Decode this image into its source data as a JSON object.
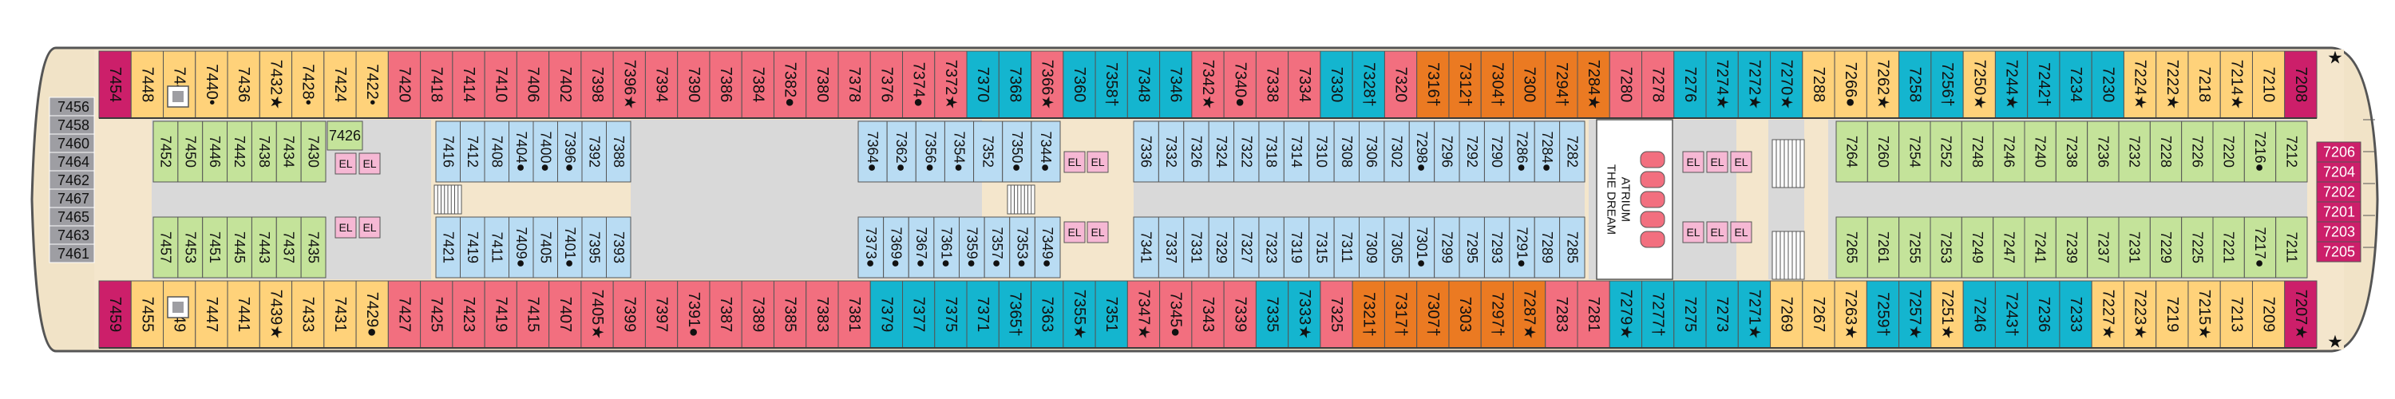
{
  "plan": {
    "colors": {
      "outline": "#555555",
      "ruleLine": "#3a3a3a",
      "bg": "#ffffff",
      "deckFloor": "#f4e6cc",
      "corridor": "#d9d9d9",
      "atriumFill": "#ffffff",
      "hull": "#f1e3c7",
      "magenta": "#cc1f6a",
      "gray": "#9e9ea3",
      "steel": "#bfcbe0",
      "yellow": "#ffd27a",
      "pink": "#f26f7f",
      "teal": "#14b5cf",
      "orange": "#eb7a22",
      "green": "#c4e39a",
      "blue": "#b9dcf3",
      "elFill": "#f6b8d4",
      "elText": "#222222",
      "text": "#111111"
    },
    "icons": {
      "star": "star-icon",
      "stairs": "stairs-icon",
      "elevator": "elevator-icon",
      "bow": "bow-icon"
    },
    "atrium": {
      "line1": "THE DREAM",
      "line2": "ATRIUM"
    },
    "elevatorLabel": "EL",
    "rows": [
      {
        "id": "top-outer",
        "kind": "vertical",
        "cabins": [
          {
            "n": "7454",
            "c": "magenta"
          },
          {
            "n": "7448",
            "c": "yellow"
          },
          {
            "n": "7444",
            "c": "yellow"
          },
          {
            "n": "7440•",
            "c": "yellow"
          },
          {
            "n": "7436",
            "c": "yellow"
          },
          {
            "n": "7432★",
            "c": "yellow"
          },
          {
            "n": "7428•",
            "c": "yellow"
          },
          {
            "n": "7424",
            "c": "yellow"
          },
          {
            "n": "7422•",
            "c": "yellow"
          },
          {
            "n": "7420",
            "c": "pink"
          },
          {
            "n": "7418",
            "c": "pink"
          },
          {
            "n": "7414",
            "c": "pink"
          },
          {
            "n": "7410",
            "c": "pink"
          },
          {
            "n": "7406",
            "c": "pink"
          },
          {
            "n": "7402",
            "c": "pink"
          },
          {
            "n": "7398",
            "c": "pink"
          },
          {
            "n": "7396★",
            "c": "pink"
          },
          {
            "n": "7394",
            "c": "pink"
          },
          {
            "n": "7390",
            "c": "pink"
          },
          {
            "n": "7386",
            "c": "pink"
          },
          {
            "n": "7384",
            "c": "pink"
          },
          {
            "n": "7382●",
            "c": "pink"
          },
          {
            "n": "7380",
            "c": "pink"
          },
          {
            "n": "7378",
            "c": "pink"
          },
          {
            "n": "7376",
            "c": "pink"
          },
          {
            "n": "7374●",
            "c": "pink"
          },
          {
            "n": "7372★",
            "c": "pink"
          },
          {
            "n": "7370",
            "c": "teal"
          },
          {
            "n": "7368",
            "c": "teal"
          },
          {
            "n": "7366★",
            "c": "pink"
          },
          {
            "n": "7360",
            "c": "teal"
          },
          {
            "n": "7358†",
            "c": "teal"
          },
          {
            "n": "7348",
            "c": "teal"
          },
          {
            "n": "7346",
            "c": "teal"
          },
          {
            "n": "7342★",
            "c": "pink"
          },
          {
            "n": "7340●",
            "c": "pink"
          },
          {
            "n": "7338",
            "c": "pink"
          },
          {
            "n": "7334",
            "c": "pink"
          },
          {
            "n": "7330",
            "c": "teal"
          },
          {
            "n": "7328†",
            "c": "teal"
          },
          {
            "n": "7320",
            "c": "pink"
          },
          {
            "n": "7316†",
            "c": "orange"
          },
          {
            "n": "7312†",
            "c": "orange"
          },
          {
            "n": "7304†",
            "c": "orange"
          },
          {
            "n": "7300",
            "c": "orange"
          },
          {
            "n": "7294†",
            "c": "orange"
          },
          {
            "n": "7284★",
            "c": "orange"
          },
          {
            "n": "7280",
            "c": "pink"
          },
          {
            "n": "7278",
            "c": "pink"
          },
          {
            "n": "7276",
            "c": "teal"
          },
          {
            "n": "7274★",
            "c": "teal"
          },
          {
            "n": "7272★",
            "c": "teal"
          },
          {
            "n": "7270★",
            "c": "teal"
          },
          {
            "n": "7288",
            "c": "yellow"
          },
          {
            "n": "7266●",
            "c": "yellow"
          },
          {
            "n": "7262★",
            "c": "yellow"
          },
          {
            "n": "7258",
            "c": "teal"
          },
          {
            "n": "7256†",
            "c": "teal"
          },
          {
            "n": "7250★",
            "c": "yellow"
          },
          {
            "n": "7244★",
            "c": "teal"
          },
          {
            "n": "7242†",
            "c": "teal"
          },
          {
            "n": "7234",
            "c": "teal"
          },
          {
            "n": "7230",
            "c": "teal"
          },
          {
            "n": "7224★",
            "c": "yellow"
          },
          {
            "n": "7222★",
            "c": "yellow"
          },
          {
            "n": "7218",
            "c": "yellow"
          },
          {
            "n": "7214★",
            "c": "yellow"
          },
          {
            "n": "7210",
            "c": "yellow"
          },
          {
            "n": "7208",
            "c": "magenta"
          }
        ]
      },
      {
        "id": "bottom-outer",
        "kind": "vertical",
        "cabins": [
          {
            "n": "7459",
            "c": "magenta"
          },
          {
            "n": "7455",
            "c": "yellow"
          },
          {
            "n": "7449",
            "c": "yellow"
          },
          {
            "n": "7447",
            "c": "yellow"
          },
          {
            "n": "7441",
            "c": "yellow"
          },
          {
            "n": "7439★",
            "c": "yellow"
          },
          {
            "n": "7433",
            "c": "yellow"
          },
          {
            "n": "7431",
            "c": "yellow"
          },
          {
            "n": "7429●",
            "c": "yellow"
          },
          {
            "n": "7427",
            "c": "pink"
          },
          {
            "n": "7425",
            "c": "pink"
          },
          {
            "n": "7423",
            "c": "pink"
          },
          {
            "n": "7419",
            "c": "pink"
          },
          {
            "n": "7415",
            "c": "pink"
          },
          {
            "n": "7407",
            "c": "pink"
          },
          {
            "n": "7405★",
            "c": "pink"
          },
          {
            "n": "7399",
            "c": "pink"
          },
          {
            "n": "7397",
            "c": "pink"
          },
          {
            "n": "7391●",
            "c": "pink"
          },
          {
            "n": "7387",
            "c": "pink"
          },
          {
            "n": "7389",
            "c": "pink"
          },
          {
            "n": "7385",
            "c": "pink"
          },
          {
            "n": "7383",
            "c": "pink"
          },
          {
            "n": "7381",
            "c": "pink"
          },
          {
            "n": "7379",
            "c": "teal"
          },
          {
            "n": "7377",
            "c": "teal"
          },
          {
            "n": "7375",
            "c": "teal"
          },
          {
            "n": "7371",
            "c": "teal"
          },
          {
            "n": "7365†",
            "c": "teal"
          },
          {
            "n": "7363",
            "c": "teal"
          },
          {
            "n": "7355★",
            "c": "teal"
          },
          {
            "n": "7351",
            "c": "teal"
          },
          {
            "n": "7347★",
            "c": "pink"
          },
          {
            "n": "7345●",
            "c": "pink"
          },
          {
            "n": "7343",
            "c": "pink"
          },
          {
            "n": "7339",
            "c": "pink"
          },
          {
            "n": "7335",
            "c": "teal"
          },
          {
            "n": "7333★",
            "c": "teal"
          },
          {
            "n": "7325",
            "c": "pink"
          },
          {
            "n": "7321†",
            "c": "orange"
          },
          {
            "n": "7317†",
            "c": "orange"
          },
          {
            "n": "7307†",
            "c": "orange"
          },
          {
            "n": "7303",
            "c": "orange"
          },
          {
            "n": "7297†",
            "c": "orange"
          },
          {
            "n": "7287★",
            "c": "orange"
          },
          {
            "n": "7283",
            "c": "pink"
          },
          {
            "n": "7281",
            "c": "pink"
          },
          {
            "n": "7279★",
            "c": "teal"
          },
          {
            "n": "7277†",
            "c": "teal"
          },
          {
            "n": "7275",
            "c": "teal"
          },
          {
            "n": "7273",
            "c": "teal"
          },
          {
            "n": "7271★",
            "c": "teal"
          },
          {
            "n": "7269",
            "c": "yellow"
          },
          {
            "n": "7267",
            "c": "yellow"
          },
          {
            "n": "7263★",
            "c": "yellow"
          },
          {
            "n": "7259†",
            "c": "teal"
          },
          {
            "n": "7257★",
            "c": "teal"
          },
          {
            "n": "7251★",
            "c": "yellow"
          },
          {
            "n": "7246",
            "c": "teal"
          },
          {
            "n": "7243†",
            "c": "teal"
          },
          {
            "n": "7236",
            "c": "teal"
          },
          {
            "n": "7233",
            "c": "teal"
          },
          {
            "n": "7227★",
            "c": "yellow"
          },
          {
            "n": "7223★",
            "c": "yellow"
          },
          {
            "n": "7219",
            "c": "yellow"
          },
          {
            "n": "7215★",
            "c": "yellow"
          },
          {
            "n": "7213",
            "c": "yellow"
          },
          {
            "n": "7209",
            "c": "yellow"
          },
          {
            "n": "7207★",
            "c": "magenta"
          }
        ]
      }
    ],
    "stern": [
      "7456",
      "7458",
      "7460",
      "7464",
      "7462",
      "7467",
      "7465",
      "7463",
      "7461"
    ],
    "bow": [
      "7206",
      "7204",
      "7202",
      "7201",
      "7203",
      "7205"
    ],
    "interior": {
      "aftTop": [
        {
          "n": "7452",
          "c": "green"
        },
        {
          "n": "7450",
          "c": "green"
        },
        {
          "n": "7446",
          "c": "green"
        },
        {
          "n": "7442",
          "c": "green"
        },
        {
          "n": "7438",
          "c": "green"
        },
        {
          "n": "7434",
          "c": "green"
        },
        {
          "n": "7430",
          "c": "green"
        }
      ],
      "aftBottom": [
        {
          "n": "7457",
          "c": "green"
        },
        {
          "n": "7453",
          "c": "green"
        },
        {
          "n": "7451",
          "c": "green"
        },
        {
          "n": "7445",
          "c": "green"
        },
        {
          "n": "7443",
          "c": "green"
        },
        {
          "n": "7437",
          "c": "green"
        },
        {
          "n": "7435",
          "c": "green"
        }
      ],
      "aftSmall": "7426",
      "midATop": [
        {
          "n": "7416",
          "c": "blue"
        },
        {
          "n": "7412",
          "c": "blue"
        },
        {
          "n": "7408",
          "c": "blue"
        },
        {
          "n": "7404●",
          "c": "blue"
        },
        {
          "n": "7400●",
          "c": "blue"
        },
        {
          "n": "7396●",
          "c": "blue"
        },
        {
          "n": "7392",
          "c": "blue"
        },
        {
          "n": "7388",
          "c": "blue"
        }
      ],
      "midABottom": [
        {
          "n": "7421",
          "c": "blue"
        },
        {
          "n": "7419",
          "c": "blue"
        },
        {
          "n": "7411",
          "c": "blue"
        },
        {
          "n": "7409●",
          "c": "blue"
        },
        {
          "n": "7405",
          "c": "blue"
        },
        {
          "n": "7401●",
          "c": "blue"
        },
        {
          "n": "7395",
          "c": "blue"
        },
        {
          "n": "7393",
          "c": "blue"
        }
      ],
      "midBTop": [
        {
          "n": "7364●",
          "c": "blue"
        },
        {
          "n": "7362●",
          "c": "blue"
        },
        {
          "n": "7356●",
          "c": "blue"
        },
        {
          "n": "7354●",
          "c": "blue"
        },
        {
          "n": "7352",
          "c": "blue"
        },
        {
          "n": "7350●",
          "c": "blue"
        },
        {
          "n": "7344●",
          "c": "blue"
        }
      ],
      "midBBottom": [
        {
          "n": "7373●",
          "c": "blue"
        },
        {
          "n": "7369●",
          "c": "blue"
        },
        {
          "n": "7367●",
          "c": "blue"
        },
        {
          "n": "7361●",
          "c": "blue"
        },
        {
          "n": "7359●",
          "c": "blue"
        },
        {
          "n": "7357●",
          "c": "blue"
        },
        {
          "n": "7353●",
          "c": "blue"
        },
        {
          "n": "7349●",
          "c": "blue"
        }
      ],
      "midCTop": [
        {
          "n": "7336",
          "c": "blue"
        },
        {
          "n": "7332",
          "c": "blue"
        },
        {
          "n": "7326",
          "c": "blue"
        },
        {
          "n": "7324",
          "c": "blue"
        },
        {
          "n": "7322",
          "c": "blue"
        },
        {
          "n": "7318",
          "c": "blue"
        },
        {
          "n": "7314",
          "c": "blue"
        },
        {
          "n": "7310",
          "c": "blue"
        },
        {
          "n": "7308",
          "c": "blue"
        },
        {
          "n": "7306",
          "c": "blue"
        },
        {
          "n": "7302",
          "c": "blue"
        },
        {
          "n": "7298●",
          "c": "blue"
        },
        {
          "n": "7296",
          "c": "blue"
        },
        {
          "n": "7292",
          "c": "blue"
        },
        {
          "n": "7290",
          "c": "blue"
        },
        {
          "n": "7286●",
          "c": "blue"
        },
        {
          "n": "7284●",
          "c": "blue"
        },
        {
          "n": "7282",
          "c": "blue"
        }
      ],
      "midCBottom": [
        {
          "n": "7341",
          "c": "blue"
        },
        {
          "n": "7337",
          "c": "blue"
        },
        {
          "n": "7331",
          "c": "blue"
        },
        {
          "n": "7329",
          "c": "blue"
        },
        {
          "n": "7327",
          "c": "blue"
        },
        {
          "n": "7323",
          "c": "blue"
        },
        {
          "n": "7319",
          "c": "blue"
        },
        {
          "n": "7315",
          "c": "blue"
        },
        {
          "n": "7311",
          "c": "blue"
        },
        {
          "n": "7309",
          "c": "blue"
        },
        {
          "n": "7305",
          "c": "blue"
        },
        {
          "n": "7301●",
          "c": "blue"
        },
        {
          "n": "7299",
          "c": "blue"
        },
        {
          "n": "7295",
          "c": "blue"
        },
        {
          "n": "7293",
          "c": "blue"
        },
        {
          "n": "7291●",
          "c": "blue"
        },
        {
          "n": "7289",
          "c": "blue"
        },
        {
          "n": "7285",
          "c": "blue"
        }
      ],
      "fwdTop": [
        {
          "n": "7264",
          "c": "green"
        },
        {
          "n": "7260",
          "c": "green"
        },
        {
          "n": "7254",
          "c": "green"
        },
        {
          "n": "7252",
          "c": "green"
        },
        {
          "n": "7248",
          "c": "green"
        },
        {
          "n": "7246",
          "c": "green"
        },
        {
          "n": "7240",
          "c": "green"
        },
        {
          "n": "7238",
          "c": "green"
        },
        {
          "n": "7236",
          "c": "green"
        },
        {
          "n": "7232",
          "c": "green"
        },
        {
          "n": "7228",
          "c": "green"
        },
        {
          "n": "7226",
          "c": "green"
        },
        {
          "n": "7220",
          "c": "green"
        },
        {
          "n": "7216●",
          "c": "green"
        },
        {
          "n": "7212",
          "c": "green"
        }
      ],
      "fwdBottom": [
        {
          "n": "7265",
          "c": "green"
        },
        {
          "n": "7261",
          "c": "green"
        },
        {
          "n": "7255",
          "c": "green"
        },
        {
          "n": "7253",
          "c": "green"
        },
        {
          "n": "7249",
          "c": "green"
        },
        {
          "n": "7247",
          "c": "green"
        },
        {
          "n": "7241",
          "c": "green"
        },
        {
          "n": "7239",
          "c": "green"
        },
        {
          "n": "7237",
          "c": "green"
        },
        {
          "n": "7231",
          "c": "green"
        },
        {
          "n": "7229",
          "c": "green"
        },
        {
          "n": "7225",
          "c": "green"
        },
        {
          "n": "7221",
          "c": "green"
        },
        {
          "n": "7217●",
          "c": "green"
        },
        {
          "n": "7211",
          "c": "green"
        }
      ]
    }
  }
}
